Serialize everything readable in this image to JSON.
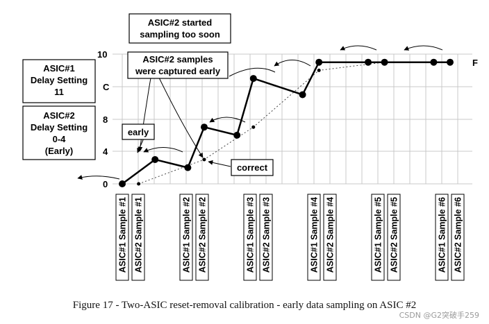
{
  "figure": {
    "caption": "Figure 17 - Two-ASIC reset-removal calibration - early data sampling on ASIC #2",
    "watermark": "CSDN @G2突破手259",
    "y_tick_labels": [
      "0",
      "4",
      "8",
      "C",
      "10"
    ],
    "end_label": "F",
    "boxes": {
      "started_line1": "ASIC#2 started",
      "started_line2": "sampling too soon",
      "captured_line1": "ASIC#2 samples",
      "captured_line2": "were captured early",
      "asic1_line1": "ASIC#1",
      "asic1_line2": "Delay Setting",
      "asic1_line3": "11",
      "asic2_line1": "ASIC#2",
      "asic2_line2": "Delay Setting",
      "asic2_line3": "0-4",
      "asic2_line4": "(Early)",
      "early": "early",
      "correct": "correct"
    },
    "sample_labels": [
      "ASIC#1 Sample #1",
      "ASIC#2 Sample #1",
      "ASIC#1 Sample #2",
      "ASIC#2 Sample #2",
      "ASIC#1 Sample #3",
      "ASIC#2 Sample #3",
      "ASIC#1 Sample #4",
      "ASIC#2 Sample #4",
      "ASIC#1 Sample #5",
      "ASIC#2 Sample #5",
      "ASIC#1 Sample #6",
      "ASIC#2 Sample #6"
    ]
  },
  "chart_data": {
    "type": "line",
    "ylim": [
      0,
      16
    ],
    "series": [
      {
        "style": "solid-bold",
        "x": [
          0,
          1,
          2,
          2.5,
          3.5,
          4,
          5.5,
          6,
          7.5,
          8,
          9.5,
          10
        ],
        "values": [
          0,
          3,
          2,
          7,
          6,
          13,
          11,
          15,
          15,
          15,
          15,
          15
        ]
      },
      {
        "style": "dotted-thin",
        "x": [
          0.5,
          2.5,
          4,
          6,
          8
        ],
        "values": [
          0,
          3,
          7,
          14,
          15
        ]
      }
    ]
  }
}
